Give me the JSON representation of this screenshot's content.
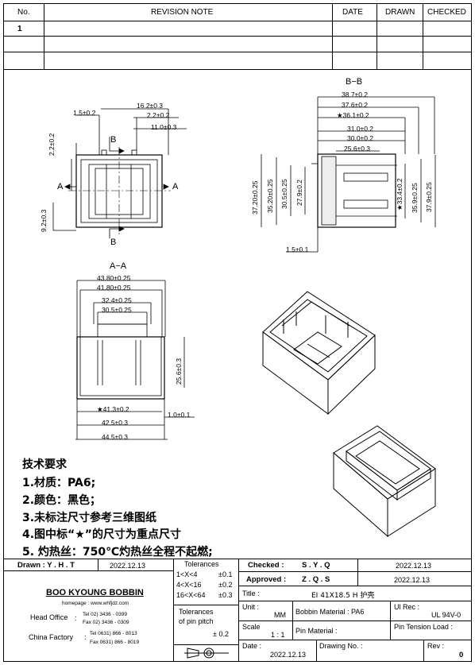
{
  "revision_table": {
    "headers": {
      "no": "No.",
      "note": "REVISION NOTE",
      "date": "DATE",
      "drawn": "DRAWN",
      "checked": "CHECKED"
    },
    "rows": [
      {
        "no": "1",
        "note": "",
        "date": "",
        "drawn": "",
        "checked": ""
      },
      {
        "no": "",
        "note": "",
        "date": "",
        "drawn": "",
        "checked": ""
      },
      {
        "no": "",
        "note": "",
        "date": "",
        "drawn": "",
        "checked": ""
      }
    ]
  },
  "views": {
    "section_bb": "B−B",
    "section_aa": "A−A",
    "marker_b": "B",
    "marker_a": "A"
  },
  "dims_front": {
    "d1": "1.5±0.2",
    "d2": "16.2±0.3",
    "d3": "2.2±0.2",
    "d4": "11.0±0.3",
    "d5": "2.2±0.2",
    "d6": "9.2±0.3"
  },
  "dims_bb": {
    "d1": "38.7±0.2",
    "d2": "37.6±0.2",
    "d3": "★36.1±0.2",
    "d4": "31.0±0.2",
    "d5": "30.0±0.2",
    "d6": "25.6±0.3",
    "d7": "37.20±0.25",
    "d8": "35.20±0.25",
    "d9": "30.5±0.25",
    "d10": "27.9±0.2",
    "d11": "★33.4±0.2",
    "d12": "35.9±0.25",
    "d13": "37.9±0.25",
    "d14": "1.5±0.1"
  },
  "dims_aa": {
    "d1": "43.80±0.25",
    "d2": "41.80±0.25",
    "d3": "32.4±0.25",
    "d4": "30.5±0.25",
    "d5": "25.6±0.3",
    "d6": "★41.3±0.2",
    "d7": "42.5±0.3",
    "d8": "44.5±0.3",
    "d9": "1.0±0.1"
  },
  "notes": {
    "title": "技术要求",
    "items": [
      "1.材质：PA6;",
      "2.颜色：黑色；",
      "3.未标注尺寸参考三维图纸",
      "4.图中标“★”的尺寸为重点尺寸",
      "5. 灼热丝：750℃灼热丝全程不起燃;"
    ]
  },
  "title_block": {
    "drawn_label": "Drawn : Y . H . T",
    "drawn_date": "2022.12.13",
    "company": "BOO KYOUNG BOBBIN",
    "homepage": "homepage : www.whfjdz.com",
    "head_office_label": "Head Office",
    "head_tel": "Tel  02) 3436 - 0399",
    "head_fax": "Fax  02) 3436 - 0309",
    "china_label": "China Factory",
    "china_tel": "Tel  0631) 866 - 8013",
    "china_fax": "Fax  0631) 866 - 8019",
    "tol_title": "Tolerances",
    "tol_1": "1<X<4",
    "tol_1v": "±0.1",
    "tol_2": "4<X<16",
    "tol_2v": "±0.2",
    "tol_3": "16<X<64",
    "tol_3v": "±0.3",
    "pitch_title": "Tolerances",
    "pitch_sub": "of pin pitch",
    "pitch_val": "± 0.2",
    "checked_label": "Checked :",
    "checked_name": "S . Y . Q",
    "checked_date": "2022.12.13",
    "approved_label": "Approved :",
    "approved_name": "Z . Q . S",
    "approved_date": "2022.12.13",
    "title_label": "Title :",
    "title_value": "EI 41X18.5 H  护壳",
    "unit_label": "Unit :",
    "unit_value": "MM",
    "material_label": "Bobbin Material : PA6",
    "ul_label": "Ul Rec :",
    "ul_value": "UL 94V-0",
    "scale_label": "Scale",
    "scale_value": "1 : 1",
    "pin_material_label": "Pin Material :",
    "pin_tension_label": "Pin Tension Load :",
    "date_label": "Date :",
    "date_value": "2022.12.13",
    "drawing_no_label": "Drawing No. :",
    "rev_label": "Rev :",
    "rev_value": "0"
  }
}
